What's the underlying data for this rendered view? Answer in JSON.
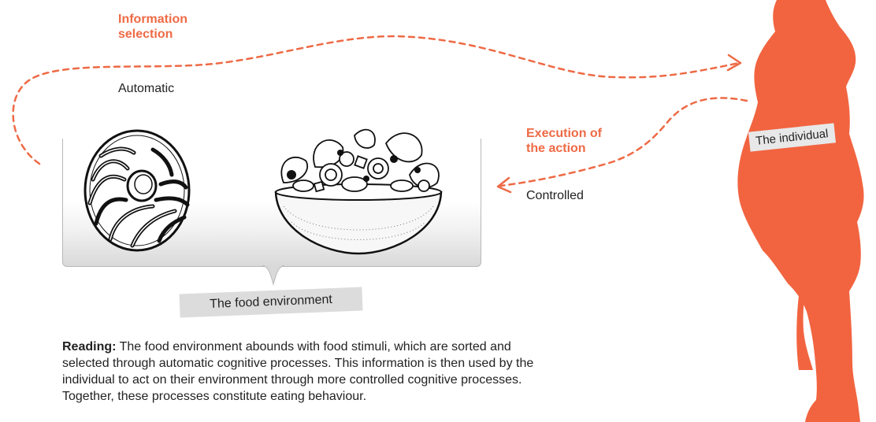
{
  "labels": {
    "information_selection": "Information selection",
    "automatic": "Automatic",
    "execution_of_action": "Execution of the action",
    "controlled": "Controlled",
    "food_environment": "The food environment",
    "individual": "The individual"
  },
  "reading": {
    "lead": "Reading:",
    "text": "The food environment abounds with food stimuli, which are sorted and selected through automatic cognitive processes. This information is then used by the individual to act on their environment through more controlled cognitive processes. Together, these processes constitute eating behaviour."
  },
  "colors": {
    "accent": "#ee6a45",
    "silhouette": "#f26440",
    "tag_bg": "#dcdcdc"
  },
  "icons": [
    "donut-icon",
    "salad-bowl-icon",
    "person-silhouette-icon"
  ]
}
